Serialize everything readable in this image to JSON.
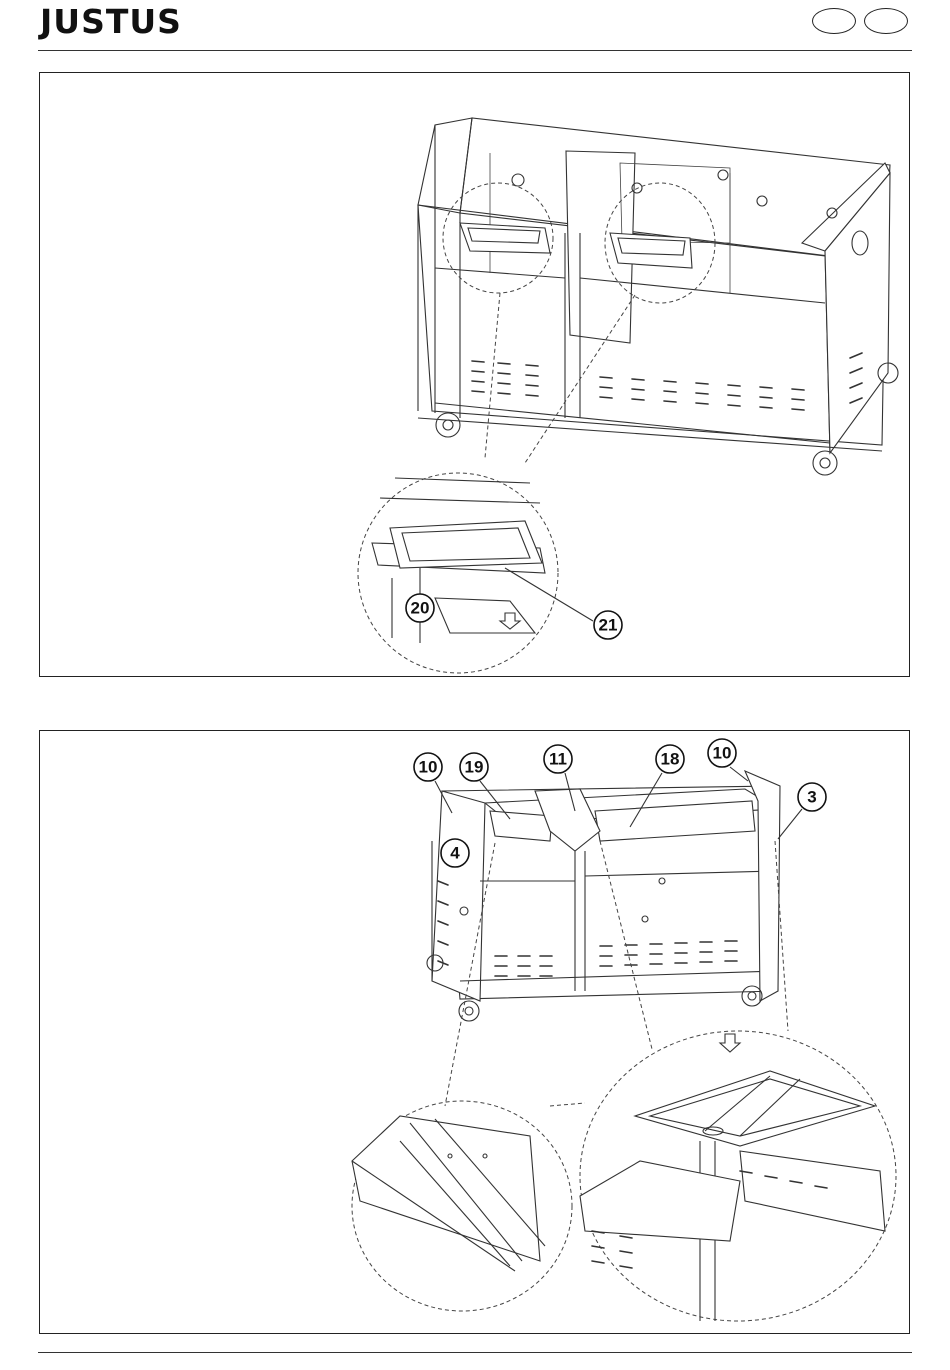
{
  "header": {
    "brand": "JUSTUS"
  },
  "step1": {
    "callouts": [
      "20",
      "21"
    ]
  },
  "step2": {
    "callouts": [
      "10",
      "19",
      "11",
      "18",
      "10",
      "3",
      "4"
    ]
  }
}
